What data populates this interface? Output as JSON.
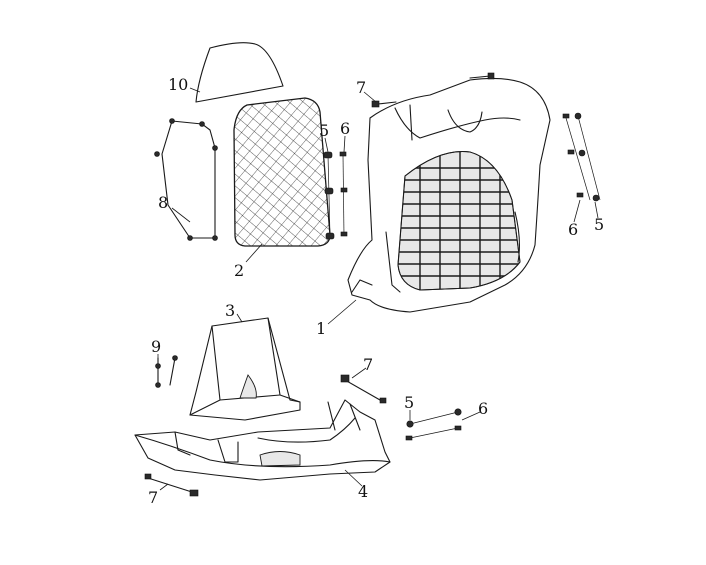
{
  "callouts": [
    {
      "id": "c10",
      "text": "10"
    },
    {
      "id": "c7a",
      "text": "7"
    },
    {
      "id": "c5a",
      "text": "5"
    },
    {
      "id": "c6a",
      "text": "6"
    },
    {
      "id": "c8",
      "text": "8"
    },
    {
      "id": "c2",
      "text": "2"
    },
    {
      "id": "c6b",
      "text": "6"
    },
    {
      "id": "c5b",
      "text": "5"
    },
    {
      "id": "c1",
      "text": "1"
    },
    {
      "id": "c3",
      "text": "3"
    },
    {
      "id": "c9",
      "text": "9"
    },
    {
      "id": "c7b",
      "text": "7"
    },
    {
      "id": "c5c",
      "text": "5"
    },
    {
      "id": "c6c",
      "text": "6"
    },
    {
      "id": "c4",
      "text": "4"
    },
    {
      "id": "c7c",
      "text": "7"
    }
  ]
}
